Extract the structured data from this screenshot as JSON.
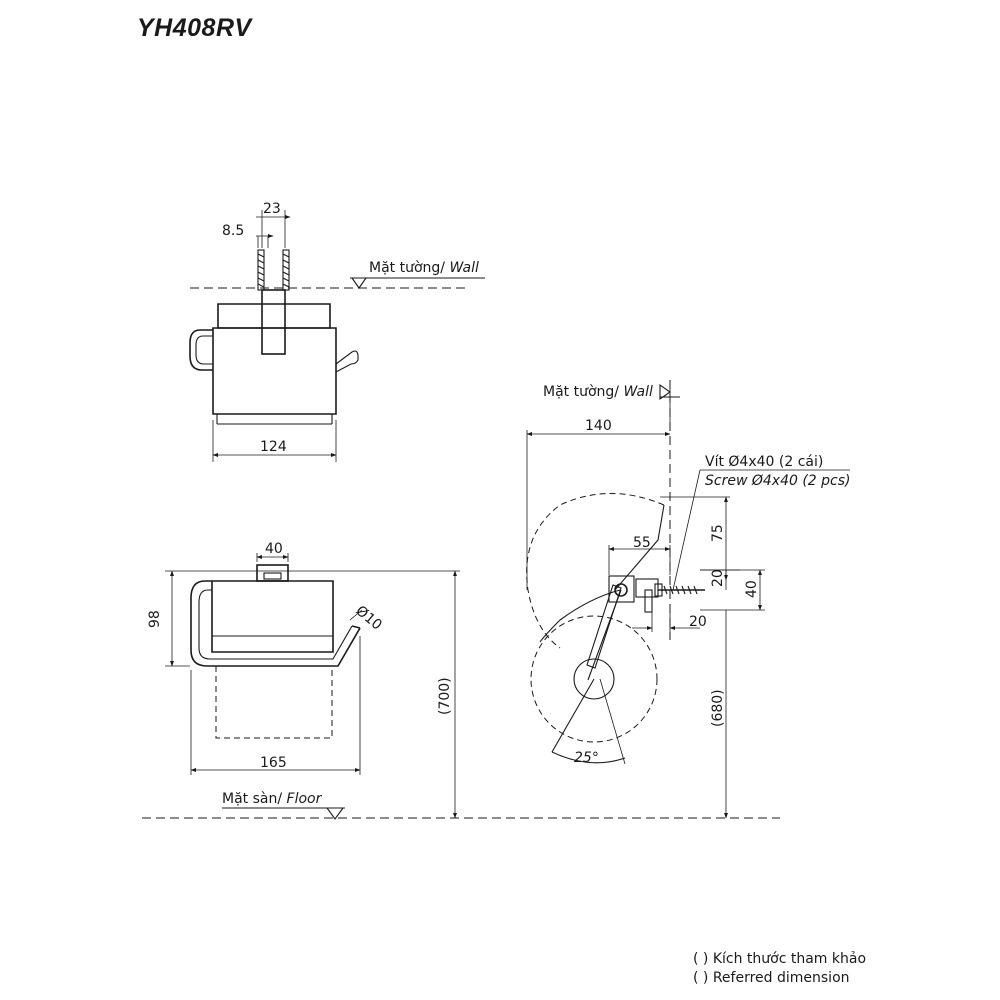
{
  "title": "YH408RV",
  "labels": {
    "wall_top": "Mặt tường/ ",
    "wall_top_en": "Wall",
    "wall_side": "Mặt tường/ ",
    "wall_side_en": "Wall",
    "floor": "Mặt sàn/ ",
    "floor_en": "Floor",
    "screw_vi": "Vít Ø4x40 (2 cái)",
    "screw_en": "Screw Ø4x40 (2 pcs)"
  },
  "dimensions": {
    "top_23": "23",
    "top_8_5": "8.5",
    "top_124": "124",
    "front_40": "40",
    "front_98": "98",
    "front_10": "Ø10",
    "front_165": "165",
    "front_700": "(700)",
    "side_140": "140",
    "side_55": "55",
    "side_75": "75",
    "side_20a": "20",
    "side_40": "40",
    "side_20b": "20",
    "side_680": "(680)",
    "side_angle": "25°"
  },
  "notes": {
    "line1": "( ) Kích thước tham khảo",
    "line2": "( ) Referred dimension"
  }
}
